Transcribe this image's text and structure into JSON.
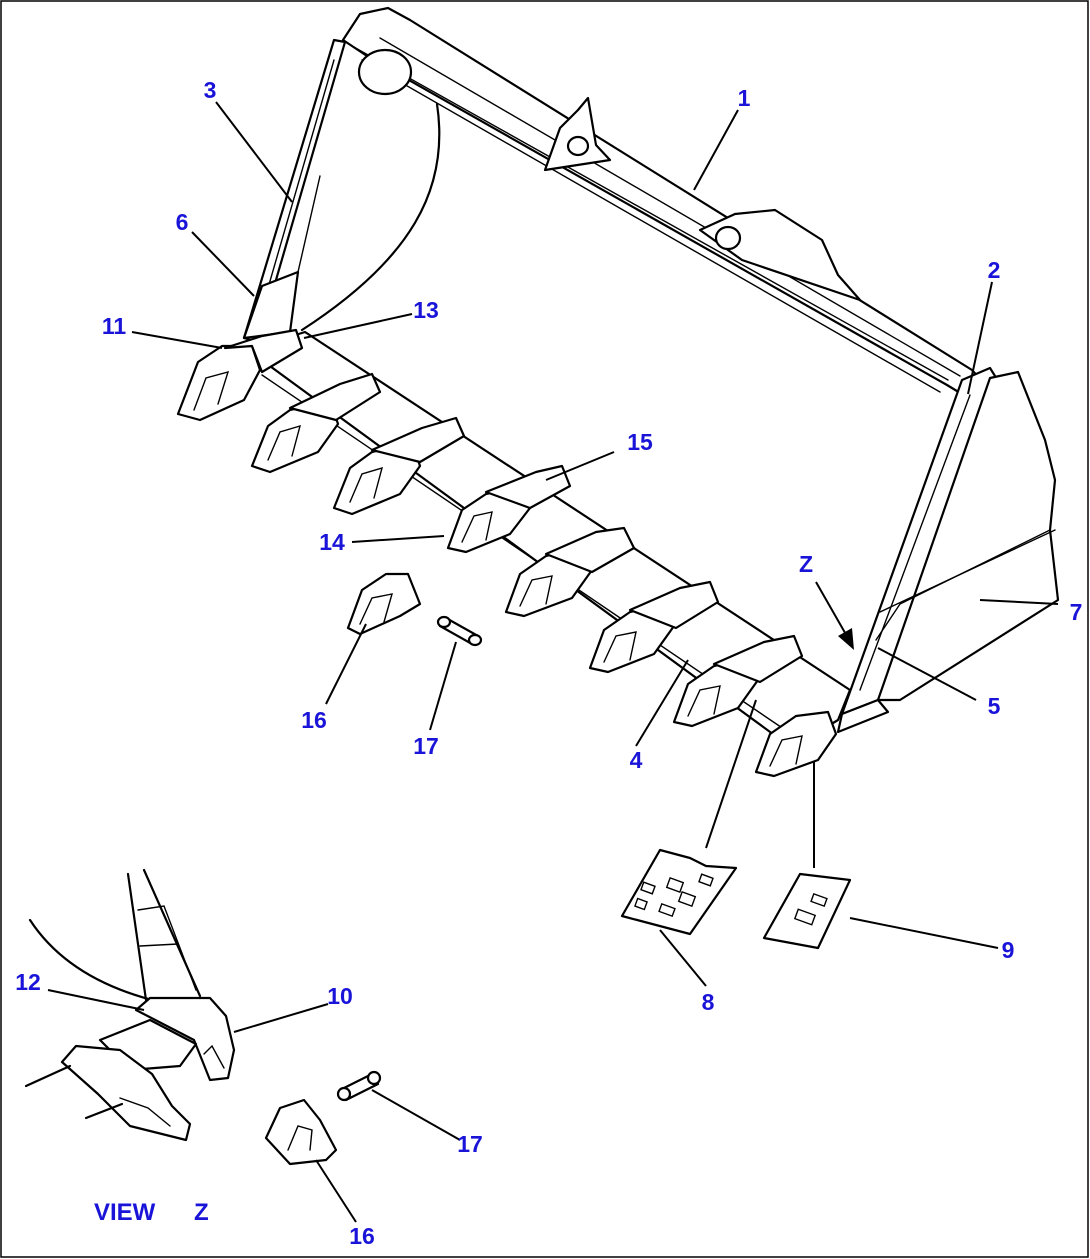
{
  "diagram": {
    "callouts": [
      {
        "id": "1",
        "label": "1"
      },
      {
        "id": "2",
        "label": "2"
      },
      {
        "id": "3",
        "label": "3"
      },
      {
        "id": "4",
        "label": "4"
      },
      {
        "id": "5",
        "label": "5"
      },
      {
        "id": "6",
        "label": "6"
      },
      {
        "id": "7",
        "label": "7"
      },
      {
        "id": "8",
        "label": "8"
      },
      {
        "id": "9",
        "label": "9"
      },
      {
        "id": "10",
        "label": "10"
      },
      {
        "id": "11",
        "label": "11"
      },
      {
        "id": "12",
        "label": "12"
      },
      {
        "id": "13",
        "label": "13"
      },
      {
        "id": "14",
        "label": "14"
      },
      {
        "id": "15",
        "label": "15"
      },
      {
        "id": "16a",
        "label": "16"
      },
      {
        "id": "16b",
        "label": "16"
      },
      {
        "id": "17a",
        "label": "17"
      },
      {
        "id": "17b",
        "label": "17"
      },
      {
        "id": "z",
        "label": "Z"
      }
    ],
    "view_label": {
      "word": "VIEW",
      "letter": "Z"
    }
  }
}
